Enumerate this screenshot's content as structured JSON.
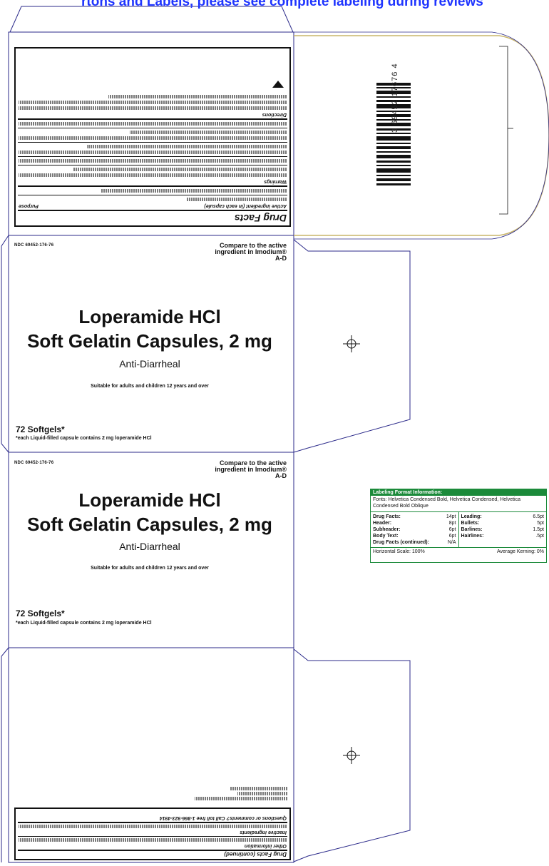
{
  "header_banner": "rtons and Labels, please see complete labeling during reviews",
  "panels": [
    {
      "ndc": "NDC 69452-176-76",
      "compare": "Compare to the active ingredient in Imodium® A-D",
      "title_line1": "Loperamide HCl",
      "title_line2": "Soft Gelatin Capsules, 2 mg",
      "subtitle": "Anti-Diarrheal",
      "suitable": "Suitable for adults and children 12 years and over",
      "count": "72 Softgels*",
      "footnote": "*each Liquid-filled capsule contains 2 mg loperamide HCl"
    },
    {
      "ndc": "NDC 69452-176-76",
      "compare": "Compare to the active ingredient in Imodium® A-D",
      "title_line1": "Loperamide HCl",
      "title_line2": "Soft Gelatin Capsules, 2 mg",
      "subtitle": "Anti-Diarrheal",
      "suitable": "Suitable for adults and children 12 years and over",
      "count": "72 Softgels*",
      "footnote": "*each Liquid-filled capsule contains 2 mg loperamide HCl"
    }
  ],
  "drug_facts_top": {
    "title": "Drug Facts",
    "active_ingredient": "Active ingredient (in each capsule)",
    "purpose": "Purpose",
    "warnings": "Warnings",
    "directions": "Directions"
  },
  "drug_facts_bottom": {
    "title": "Drug Facts (continued)",
    "other_info": "Other information",
    "inactive": "Inactive ingredients",
    "questions": "Questions or comments? Call toll free 1-866-923-4914"
  },
  "barcode": {
    "digits": "3 69452 17676 4"
  },
  "labeling_format": {
    "header": "Labeling Format Information:",
    "fonts": "Fonts: Helvetica Condensed Bold, Helvetica Condensed, Helvetica Condensed Bold Oblique",
    "left": [
      {
        "k": "Drug Facts:",
        "v": "14pt"
      },
      {
        "k": "Header:",
        "v": "8pt"
      },
      {
        "k": "Subheader:",
        "v": "6pt"
      },
      {
        "k": "Body Text:",
        "v": "6pt"
      },
      {
        "k": "Drug Facts (continued):",
        "v": "N/A"
      }
    ],
    "right": [
      {
        "k": "Leading:",
        "v": "6.5pt"
      },
      {
        "k": "Bullets:",
        "v": "5pt"
      },
      {
        "k": "Barlines:",
        "v": "1.5pt"
      },
      {
        "k": "Hairlines:",
        "v": ".5pt"
      }
    ],
    "horizontal_scale": "Horizontal Scale: 100%",
    "average_kerning": "Average Kerning: 0%"
  },
  "icons": [
    "registration-crosshair-icon",
    "warning-triangle-icon"
  ],
  "colors": {
    "dieline": "#2b2a8a",
    "glue_area": "#c9b56a",
    "format_green": "#1b8a3a",
    "banner_blue": "#1f35ff"
  }
}
